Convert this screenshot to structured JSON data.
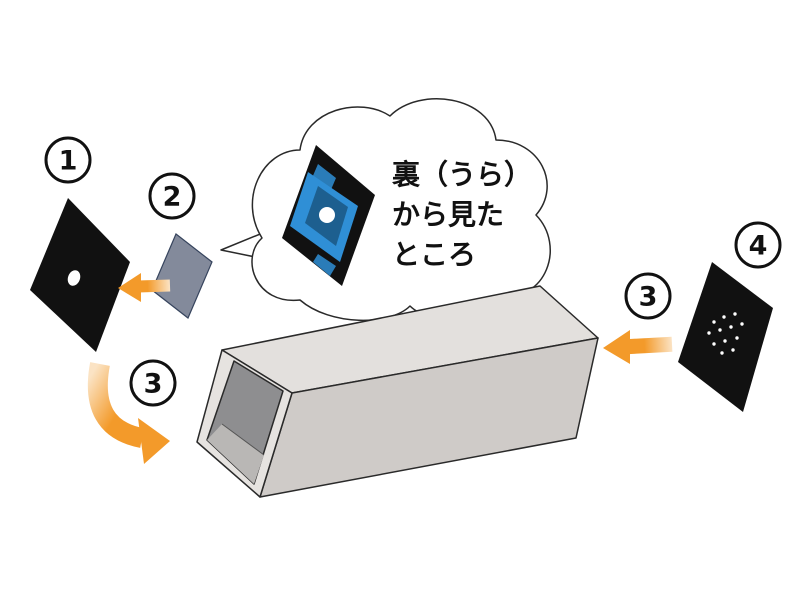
{
  "markers": {
    "part1": "1",
    "part2": "2",
    "step3_left": "3",
    "step3_right": "3",
    "part4": "4"
  },
  "callout": {
    "line1": "裏（うら）",
    "line2": "から見た",
    "line3": "ところ"
  },
  "colors": {
    "arrow": "#f39a2a",
    "arrow_fade": "#fbe3c4",
    "tape": "#2f8fd6",
    "card": "#111111",
    "filter": "#7d8496"
  }
}
